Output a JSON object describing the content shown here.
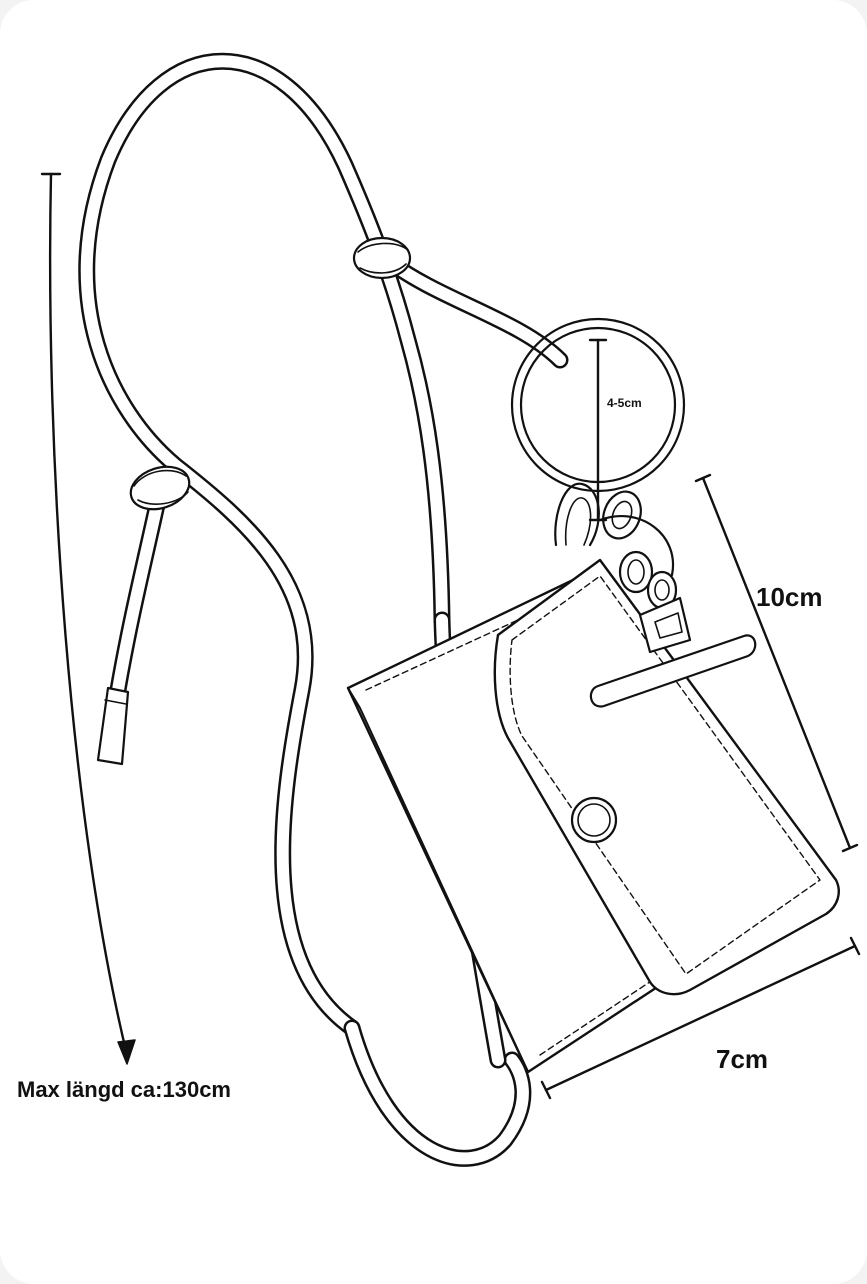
{
  "dimensions": {
    "ring_diameter": "4-5cm",
    "bag_height": "10cm",
    "bag_width": "7cm",
    "max_length": "Max längd ca:130cm"
  },
  "colors": {
    "line": "#111111",
    "background": "#ffffff",
    "frame": "#f3f3f3"
  }
}
